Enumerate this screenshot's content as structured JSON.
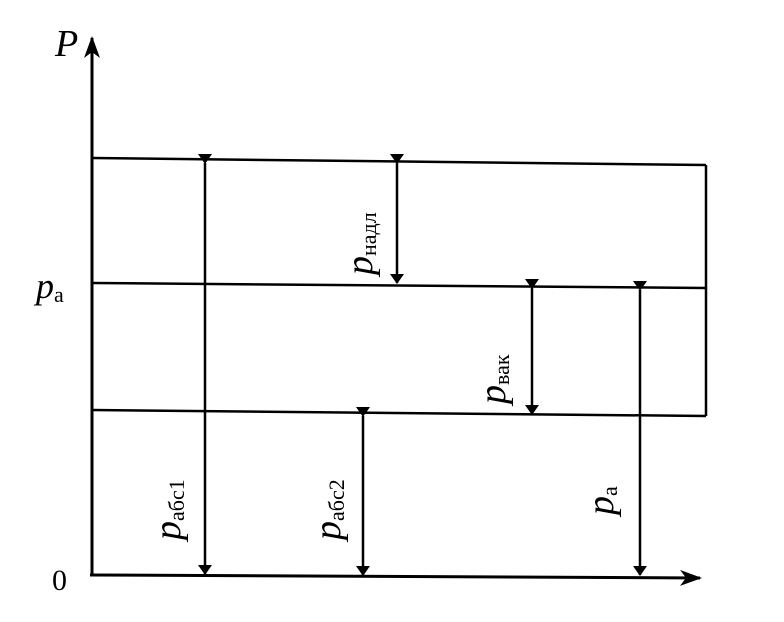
{
  "axis": {
    "y_label": "P",
    "origin_label": "0",
    "pa_main": "p",
    "pa_sub": "а"
  },
  "measures": {
    "p_izb": {
      "main": "p",
      "sub": "надл"
    },
    "p_vak": {
      "main": "p",
      "sub": "вак"
    },
    "p_abs1": {
      "main": "p",
      "sub": "абс1"
    },
    "p_abs2": {
      "main": "p",
      "sub": "абс2"
    },
    "p_a": {
      "main": "p",
      "sub": "а"
    }
  }
}
